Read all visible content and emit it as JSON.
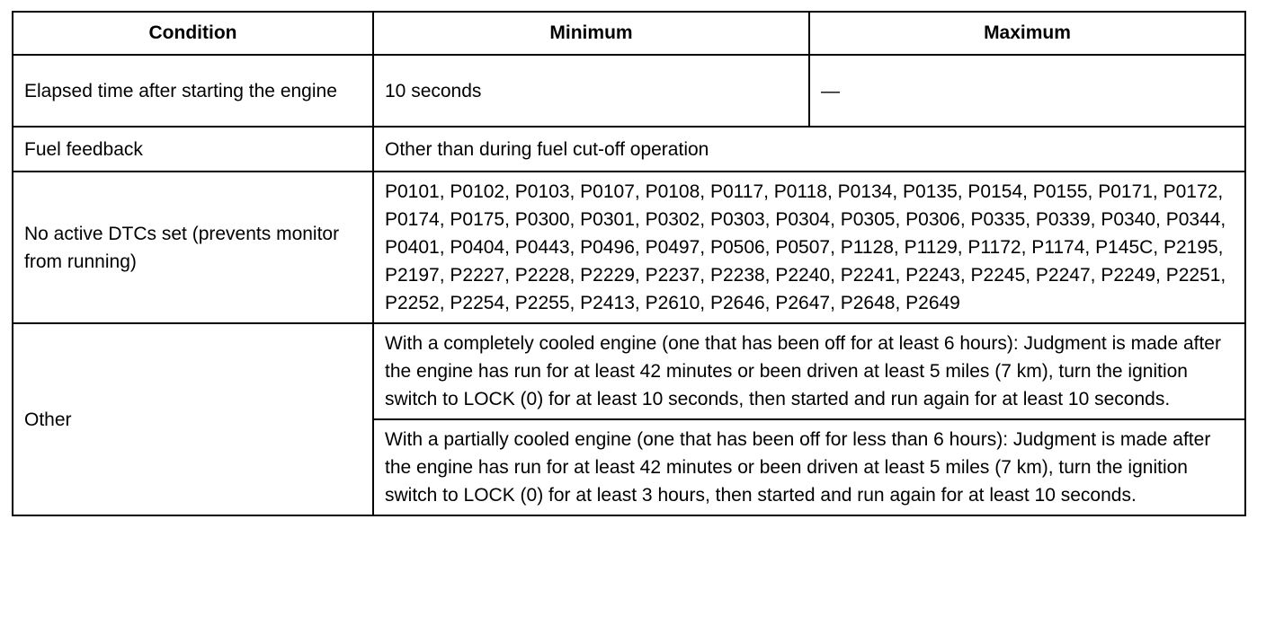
{
  "table": {
    "headers": {
      "condition": "Condition",
      "minimum": "Minimum",
      "maximum": "Maximum"
    },
    "rows": {
      "elapsed": {
        "condition": "Elapsed time after starting the engine",
        "minimum": "10 seconds",
        "maximum": "—"
      },
      "fuel": {
        "condition": "Fuel feedback",
        "value": "Other than during fuel cut-off operation"
      },
      "dtcs": {
        "condition": "No active DTCs set (prevents monitor from running)",
        "value": "P0101, P0102, P0103, P0107, P0108, P0117, P0118, P0134, P0135, P0154, P0155, P0171, P0172, P0174, P0175, P0300, P0301, P0302, P0303, P0304, P0305, P0306, P0335, P0339, P0340, P0344, P0401, P0404, P0443, P0496, P0497, P0506, P0507, P1128, P1129, P1172, P1174, P145C, P2195, P2197, P2227, P2228, P2229, P2237, P2238, P2240, P2241, P2243, P2245, P2247, P2249, P2251, P2252, P2254, P2255, P2413, P2610, P2646, P2647, P2648, P2649"
      },
      "other": {
        "condition": "Other",
        "value_cooled": "With a completely cooled engine (one that has been off for at least 6 hours): Judgment is made after the engine has run for at least 42 minutes or been driven at least 5 miles (7 km), turn the ignition switch to LOCK (0) for at least 10 seconds, then started and run again for at least 10 seconds.",
        "value_partial": "With a partially cooled engine (one that has been off for less than 6 hours): Judgment is made after the engine has run for at least 42 minutes or been driven at least 5 miles (7 km), turn the ignition switch to LOCK (0) for at least 3 hours, then started and run again for at least 10 seconds."
      }
    }
  }
}
